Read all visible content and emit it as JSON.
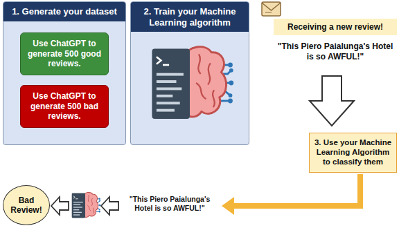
{
  "diagram": {
    "nodes": [
      {
        "text": [
          "1. Generate your dataset"
        ]
      },
      {
        "text": [
          "Use ChatGPT to generate 500 good reviews."
        ],
        "in": 0
      },
      {
        "text": [
          "Use ChatGPT to generate 500 bad reviews."
        ],
        "in": 0
      },
      {
        "text": [
          "2. Train your Machine Learning algorithm"
        ]
      },
      {
        "text": [
          "Receiving a new review!"
        ]
      },
      {
        "text": [
          "3. Use your Machine Learning Algorithm to classify them"
        ]
      },
      {
        "text": [
          "Bad Review!"
        ]
      }
    ],
    "labels": [
      "\"This Piero Paialunga's Hotel is so AWFUL!\"",
      "\"This Piero Paialunga's Hotel is so AWFUL!\""
    ]
  }
}
